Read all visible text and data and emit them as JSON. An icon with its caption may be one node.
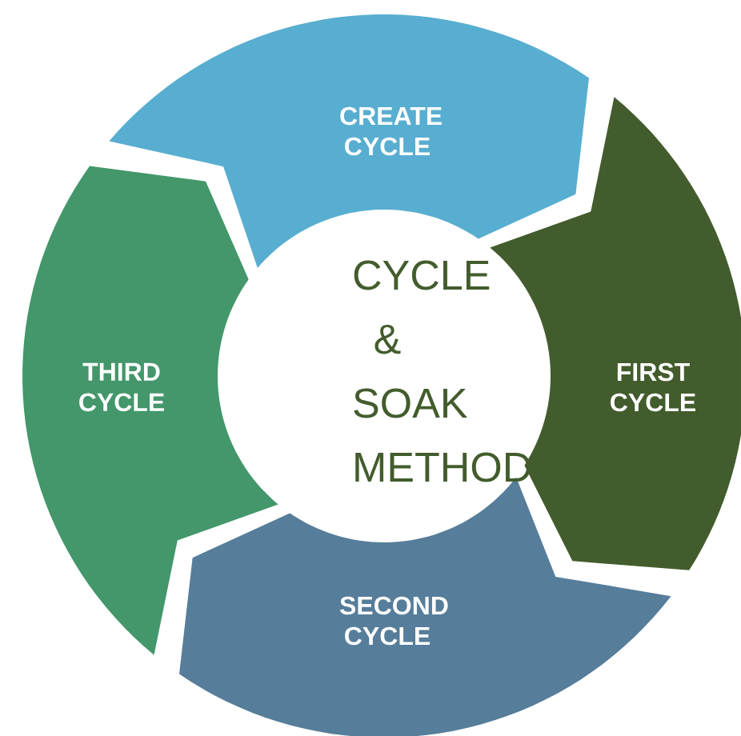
{
  "diagram": {
    "nodes": [
      {
        "text": [
          "CYCLE & SOAK METHOD"
        ]
      },
      {
        "text": [
          "CREATE CYCLE"
        ]
      },
      {
        "text": [
          "FIRST CYCLE"
        ]
      },
      {
        "text": [
          "SECOND CYCLE"
        ]
      },
      {
        "text": [
          "THIRD CYCLE"
        ]
      }
    ]
  }
}
